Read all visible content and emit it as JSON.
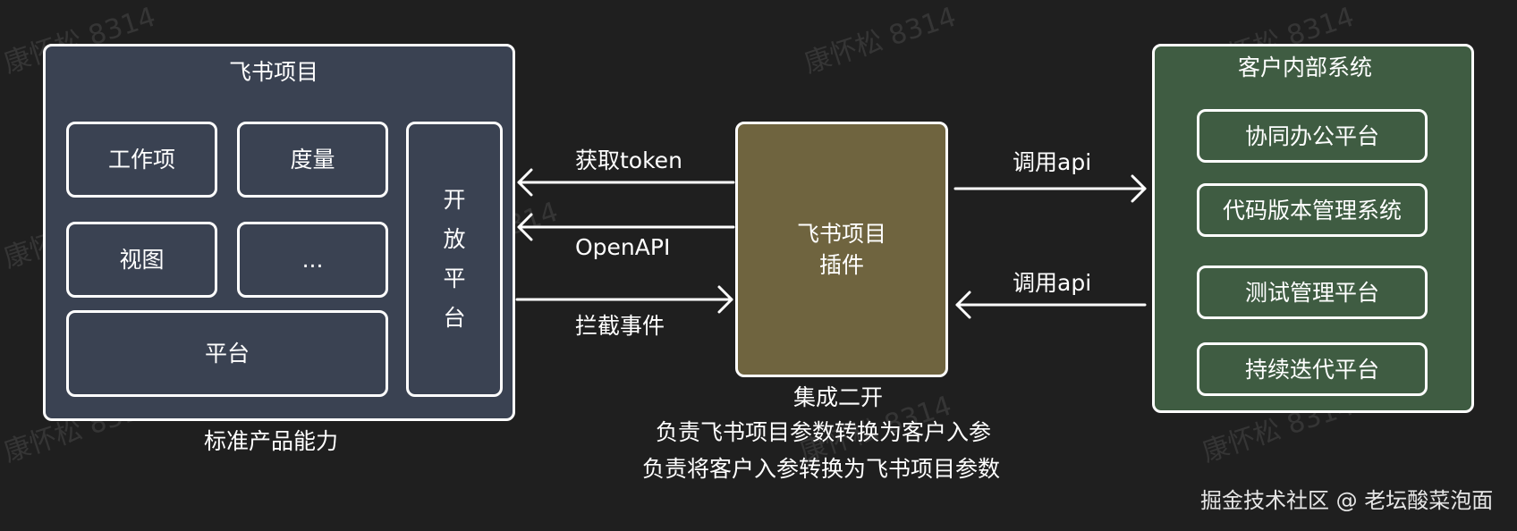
{
  "left_panel": {
    "title": "飞书项目",
    "caption": "标准产品能力",
    "modules": [
      "工作项",
      "度量",
      "视图",
      "...",
      "平台"
    ],
    "open_platform": [
      "开",
      "放",
      "平",
      "台"
    ]
  },
  "middle_panel": {
    "title_line1": "飞书项目",
    "title_line2": "插件",
    "caption_lines": [
      "集成二开",
      "负责飞书项目参数转换为客户入参",
      "负责将客户入参转换为飞书项目参数"
    ]
  },
  "right_panel": {
    "title": "客户内部系统",
    "systems": [
      "协同办公平台",
      "代码版本管理系统",
      "测试管理平台",
      "持续迭代平台"
    ]
  },
  "arrows": {
    "get_token": "获取token",
    "openapi": "OpenAPI",
    "intercept_events": "拦截事件",
    "call_api_top": "调用api",
    "call_api_bottom": "调用api"
  },
  "footer": {
    "credit": "掘金技术社区 @ 老坛酸菜泡面"
  },
  "watermark_text": "康怀松 8314",
  "colors": {
    "background": "#1f1f1f",
    "left_panel": "#3a4252",
    "middle_panel": "#6f643f",
    "right_panel": "#3f5c42",
    "stroke": "#ffffff"
  }
}
